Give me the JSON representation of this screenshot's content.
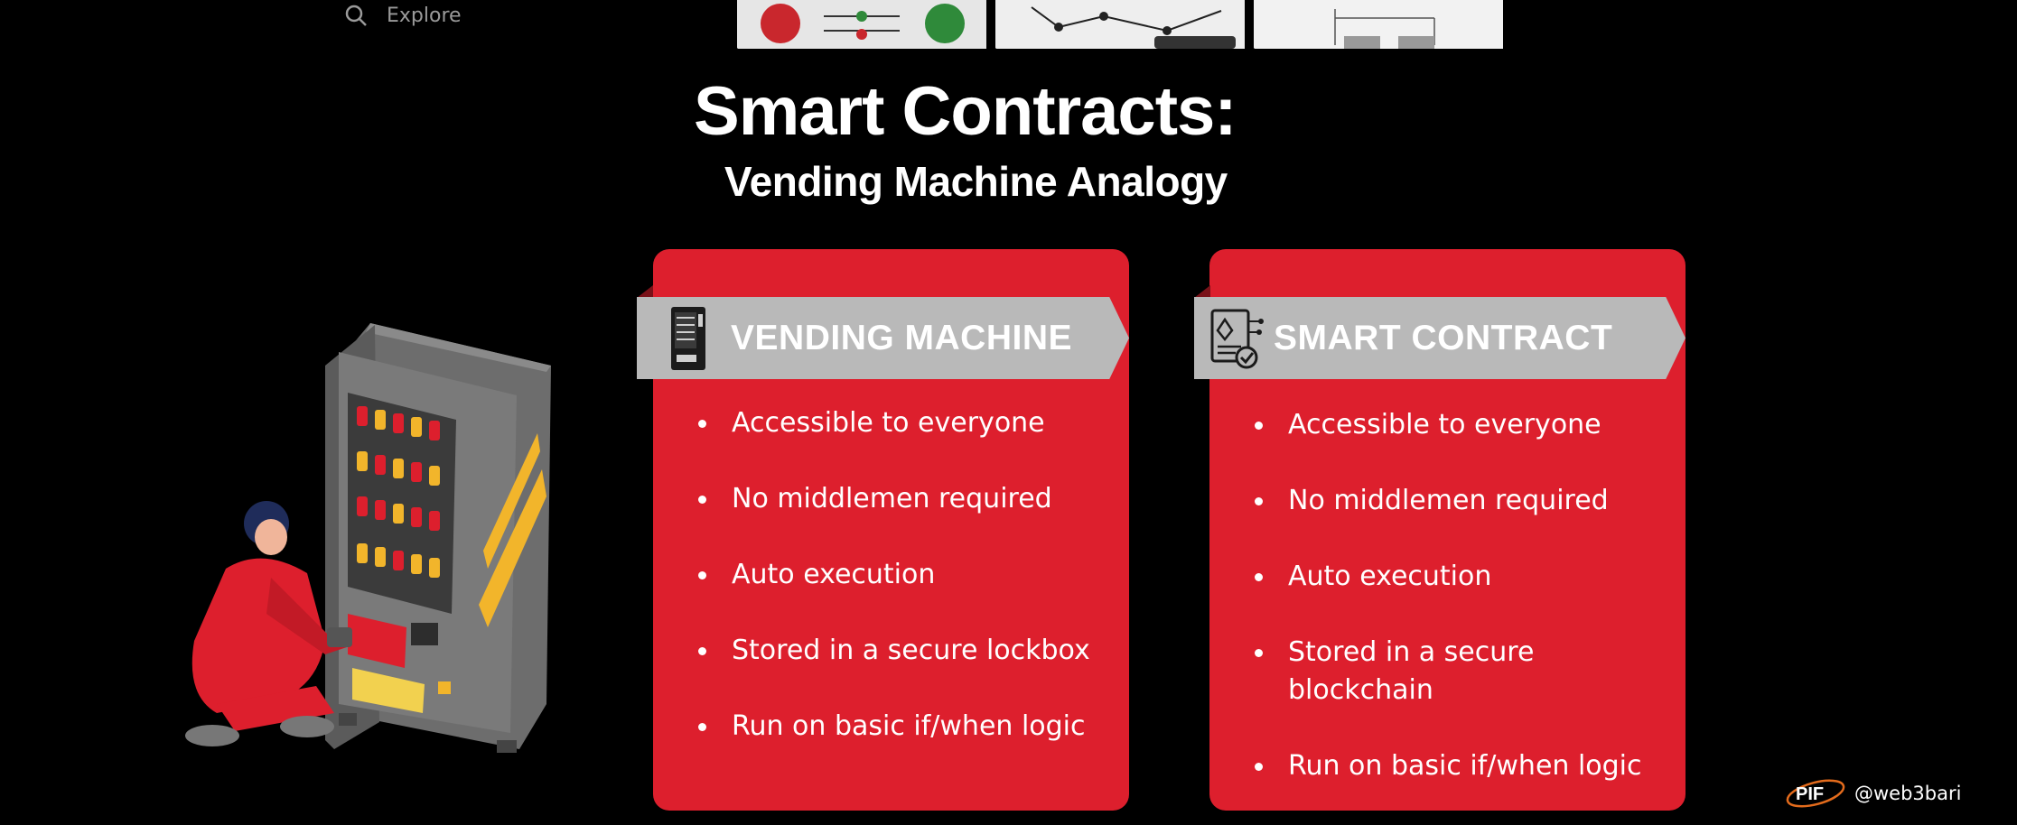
{
  "explore": {
    "label": "Explore"
  },
  "title": "Smart Contracts:",
  "subtitle": "Vending Machine Analogy",
  "cards": [
    {
      "heading": "VENDING MACHINE",
      "icon": "vending-machine-icon",
      "points": [
        "Accessible to everyone",
        "No middlemen required",
        "Auto execution",
        "Stored in a secure lockbox",
        "Run on basic if/when logic"
      ]
    },
    {
      "heading": "SMART CONTRACT",
      "icon": "contract-document-icon",
      "points": [
        "Accessible to everyone",
        "No middlemen required",
        "Auto execution",
        "Stored in a secure blockchain",
        "Run on basic if/when logic"
      ]
    }
  ],
  "brand": {
    "handle": "@web3bari",
    "logo_text": "PIF"
  },
  "colors": {
    "card": "#dd1f2d",
    "ribbon": "#b9b9b9",
    "background": "#000000"
  }
}
